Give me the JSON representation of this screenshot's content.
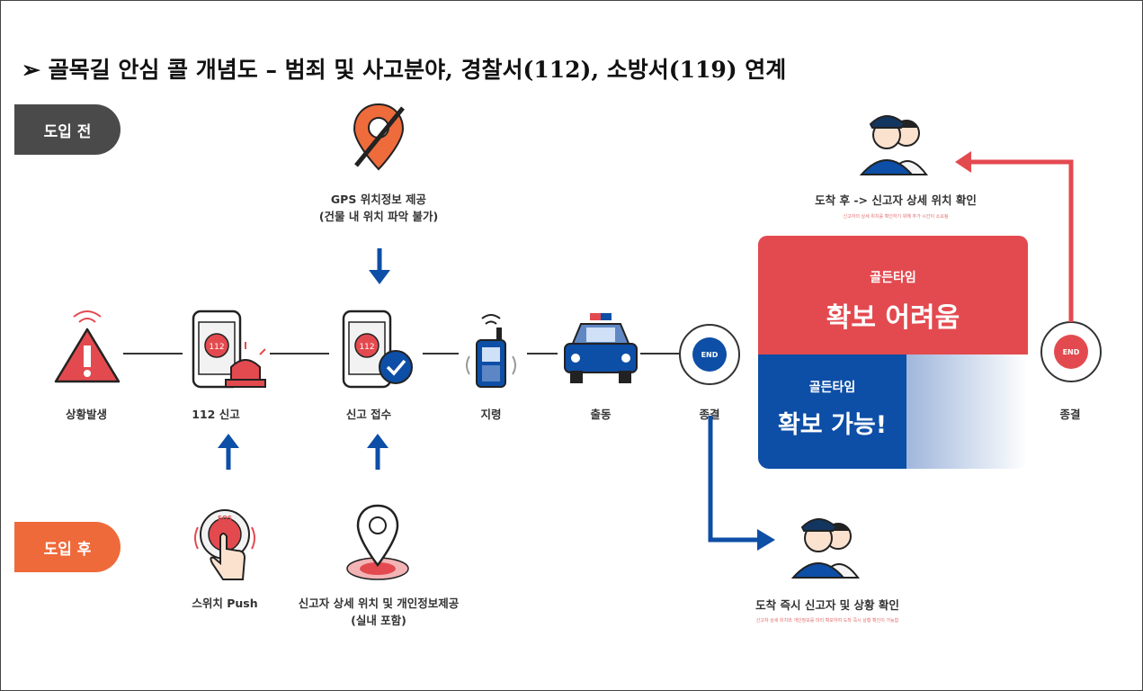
{
  "title": "➢  골목길 안심 콜 개념도 – 범죄 및 사고분야, 경찰서(112), 소방서(119) 연계",
  "pills": {
    "before": "도입 전",
    "after": "도입 후"
  },
  "top_node": {
    "line1": "GPS 위치정보 제공",
    "line2": "(건물 내 위치 파악 불가)"
  },
  "steps": {
    "occur": "상황발생",
    "report": "112 신고",
    "receive": "신고 접수",
    "dispatch_order": "지령",
    "dispatch": "출동",
    "end1": "종결",
    "end2": "종결"
  },
  "bottom_nodes": {
    "switch": "스위치 Push",
    "detail_line1": "신고자 상세 위치 및 개인정보제공",
    "detail_line2": "(실내 포함)"
  },
  "officers": {
    "top_caption": "도착 후 -> 신고자 상세 위치 확인",
    "top_note": "신고자의 상세 위치를 확인하기 위해 추가 시간이 소요됨",
    "bottom_caption": "도착 즉시 신고자 및 상황 확인",
    "bottom_note": "신고자 상세 위치와 개인정보를 미리 확보하여 도착 즉시 상황 확인이 가능함"
  },
  "golden_time": {
    "label": "골든타임",
    "hard": "확보 어려움",
    "possible": "확보 가능!"
  },
  "end_badge": "END",
  "icon_badges": {
    "emergency": "112",
    "sos": "SOS"
  },
  "colors": {
    "red": "#e34a4f",
    "blue": "#0d4ea6",
    "orange": "#ef6a3a",
    "dark": "#4a4a4a"
  }
}
